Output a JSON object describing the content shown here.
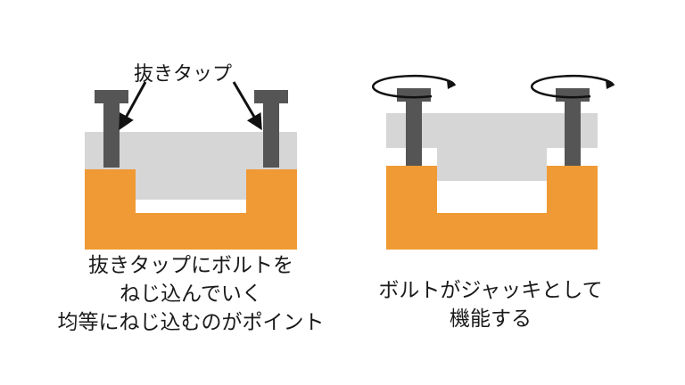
{
  "left_panel": {
    "callout_label": "抜きタップ",
    "caption_lines": [
      "抜きタップにボルトを",
      "ねじ込んでいく",
      "均等にねじ込むのがポイント"
    ]
  },
  "right_panel": {
    "caption_lines": [
      "ボルトがジャッキとして",
      "機能する"
    ]
  },
  "colors": {
    "base": "#f09a35",
    "workpiece": "#d6d6d6",
    "bolt": "#555555",
    "outline": "#111111"
  }
}
